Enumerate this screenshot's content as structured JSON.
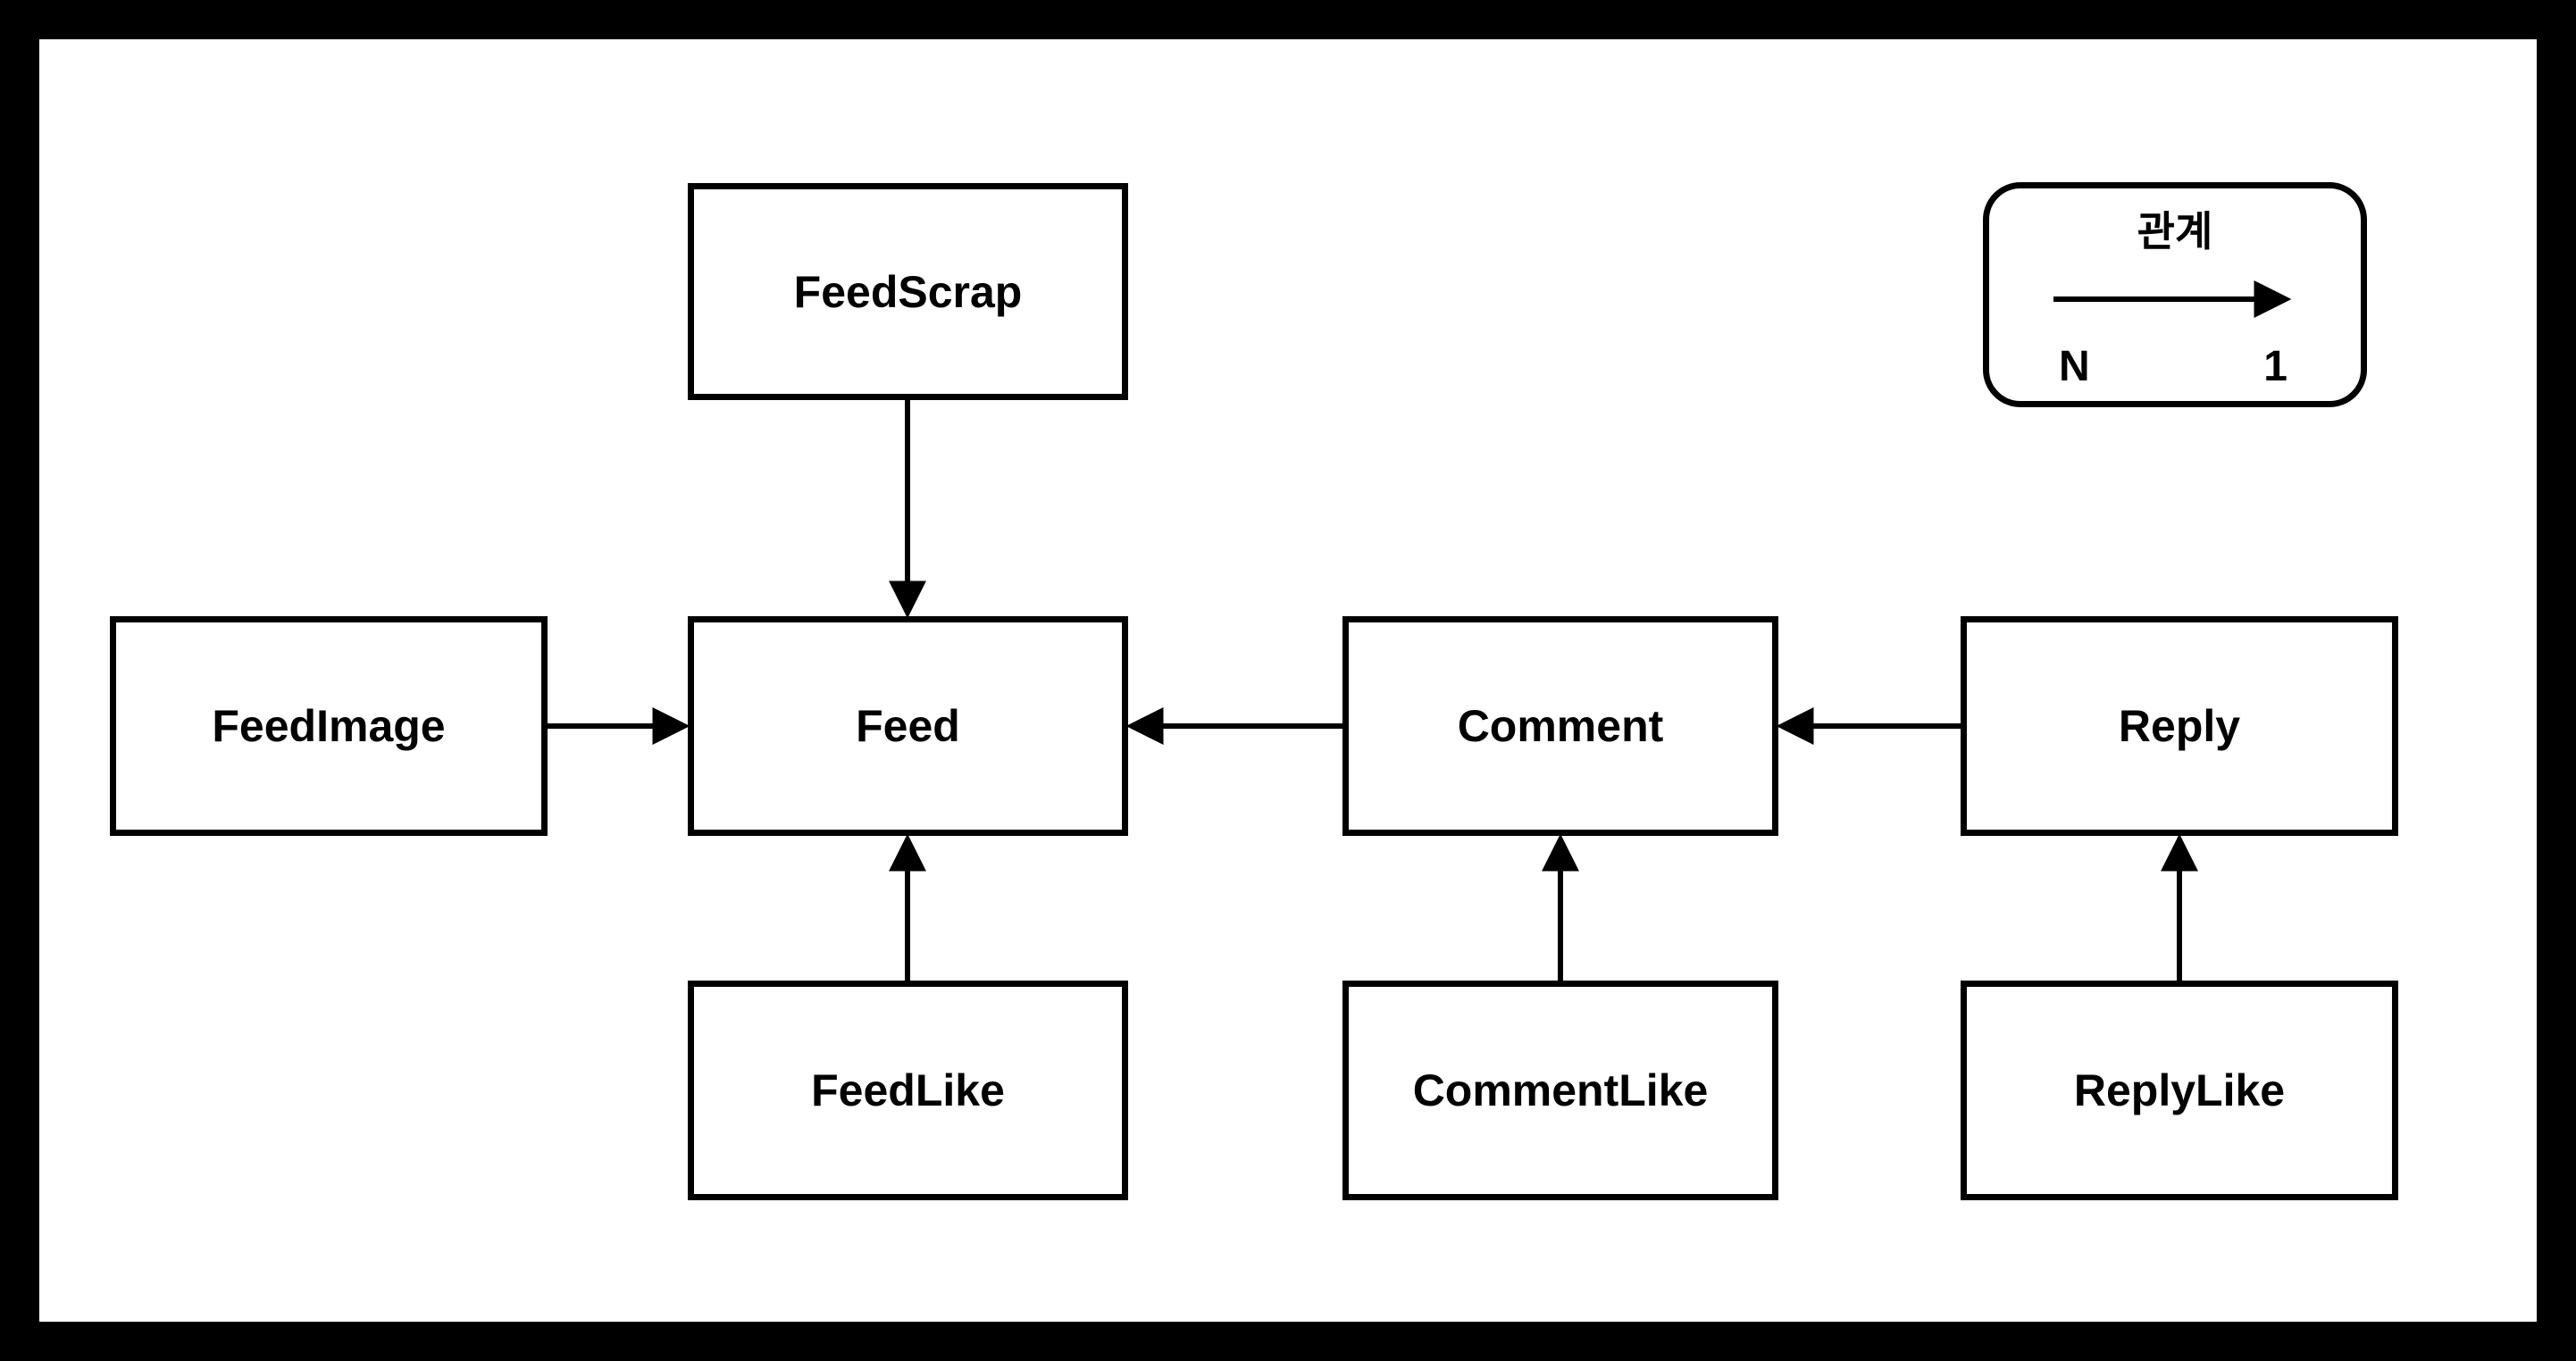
{
  "page": {
    "background_color": "#000000",
    "canvas_color": "#ffffff",
    "line_color": "#000000"
  },
  "diagram": {
    "entities": [
      {
        "label": "FeedScrap"
      },
      {
        "label": "FeedImage"
      },
      {
        "label": "Feed"
      },
      {
        "label": "Comment"
      },
      {
        "label": "Reply"
      },
      {
        "label": "FeedLike"
      },
      {
        "label": "CommentLike"
      },
      {
        "label": "ReplyLike"
      }
    ],
    "relationships": [
      {
        "from": "FeedScrap",
        "to": "Feed"
      },
      {
        "from": "FeedImage",
        "to": "Feed"
      },
      {
        "from": "Comment",
        "to": "Feed"
      },
      {
        "from": "Reply",
        "to": "Comment"
      },
      {
        "from": "FeedLike",
        "to": "Feed"
      },
      {
        "from": "CommentLike",
        "to": "Comment"
      },
      {
        "from": "ReplyLike",
        "to": "Reply"
      }
    ],
    "legend": {
      "title": "관계",
      "arrow_icon": "right-arrow",
      "from_label": "N",
      "to_label": "1"
    }
  }
}
